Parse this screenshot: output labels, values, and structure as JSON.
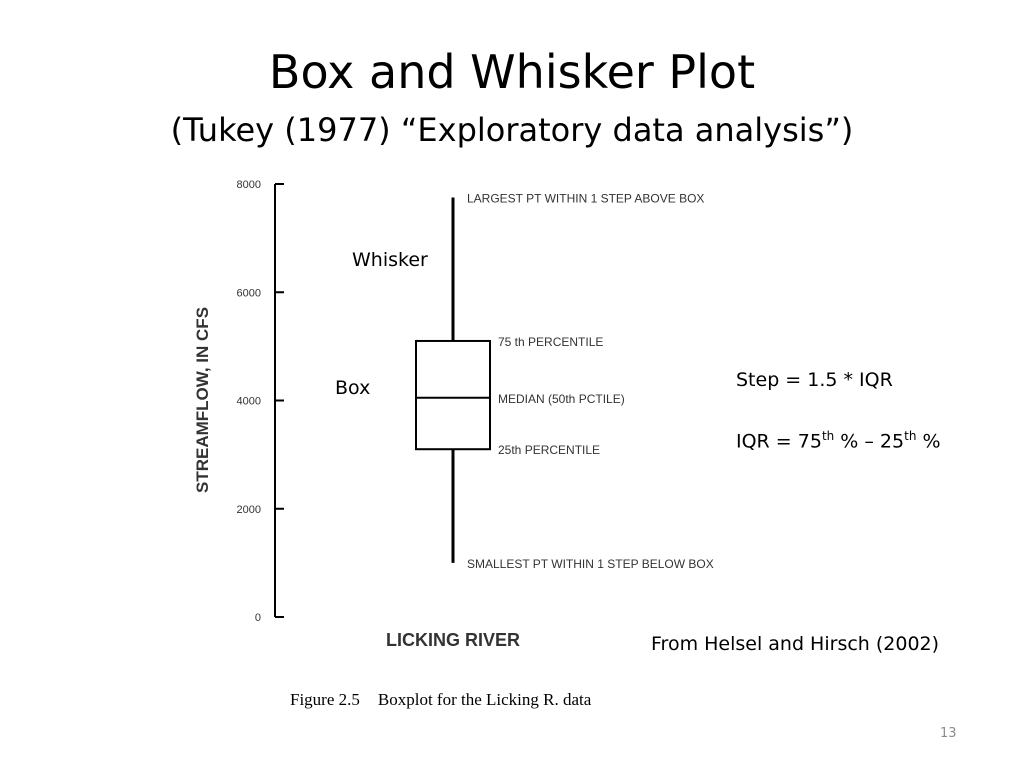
{
  "slide": {
    "title": "Box and Whisker Plot",
    "subtitle": "(Tukey (1977) “Exploratory data analysis”)",
    "whisker_label": "Whisker",
    "box_label": "Box",
    "step_formula": "Step = 1.5 * IQR",
    "iqr": {
      "prefix": "IQR = 75",
      "sup1": "th",
      "middle": " % – 25",
      "sup2": "th",
      "suffix": " %"
    },
    "source": "From Helsel and Hirsch (2002)",
    "caption_figure": "Figure 2.5",
    "caption_text": "Boxplot for the Licking R. data",
    "page_number": "13"
  },
  "chart_data": {
    "type": "box",
    "ylabel": "STREAMFLOW, IN CFS",
    "xlabel": "LICKING RIVER",
    "ylim": [
      0,
      8000
    ],
    "yticks": [
      0,
      2000,
      4000,
      6000,
      8000
    ],
    "grid": false,
    "box": {
      "whisker_low": 1000,
      "q1": 3100,
      "median": 4050,
      "q3": 5100,
      "whisker_high": 7750
    },
    "annotations": {
      "whisker_high": "LARGEST PT WITHIN 1 STEP ABOVE BOX",
      "q3": "75 th PERCENTILE",
      "median": "MEDIAN (50th PCTILE)",
      "q1": "25th PERCENTILE",
      "whisker_low": "SMALLEST PT WITHIN 1 STEP BELOW BOX"
    }
  }
}
